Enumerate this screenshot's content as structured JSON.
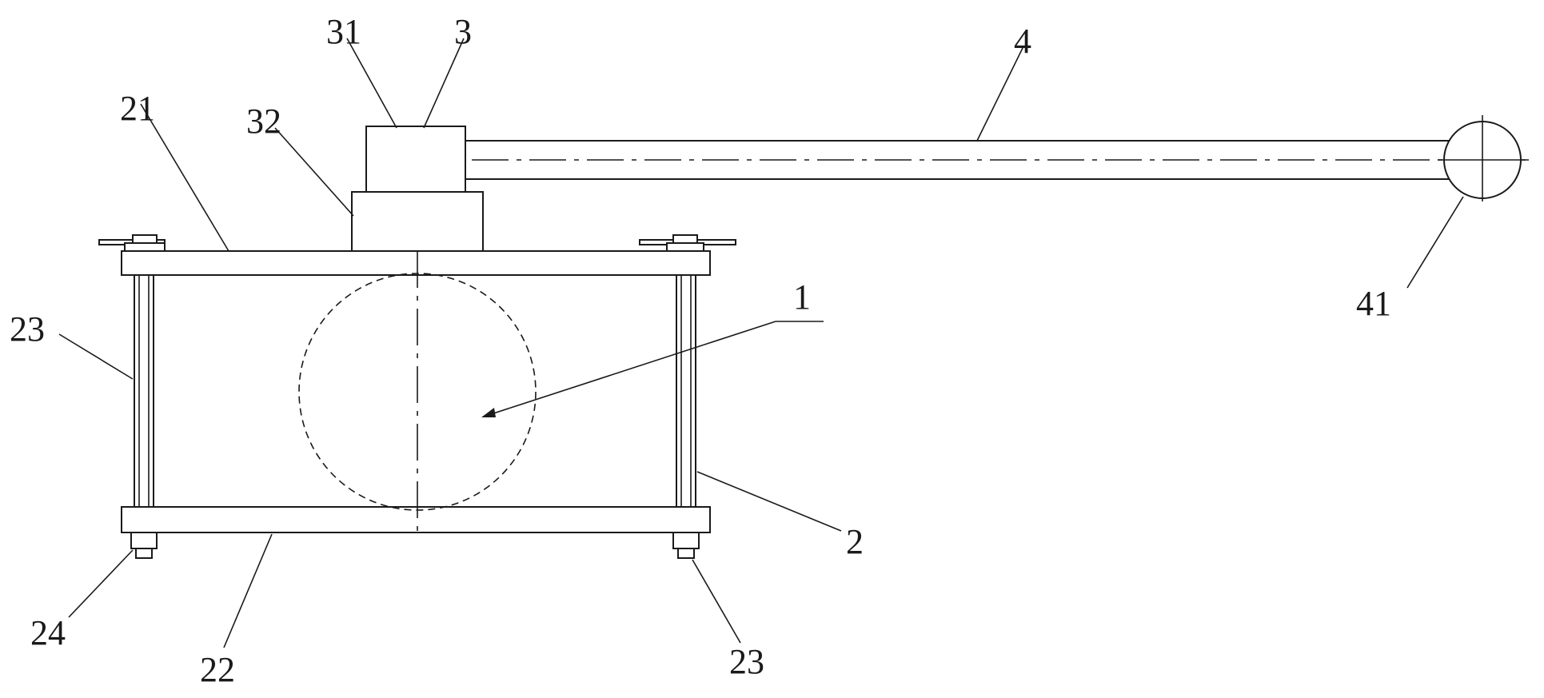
{
  "labels": {
    "l31": "31",
    "l3": "3",
    "l4": "4",
    "l21": "21",
    "l32": "32",
    "l1": "1",
    "l41": "41",
    "l23a": "23",
    "l2": "2",
    "l24": "24",
    "l22": "22",
    "l23b": "23"
  },
  "colors": {
    "line": "#1a1a1a",
    "background": "#ffffff"
  }
}
